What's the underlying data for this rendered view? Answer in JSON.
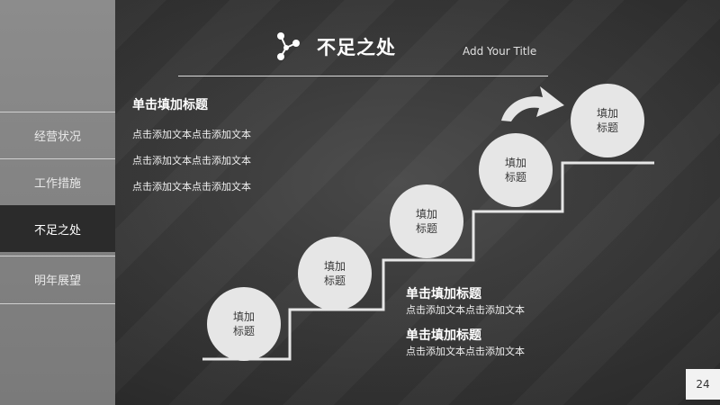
{
  "sidebar": {
    "items": [
      {
        "label": "经营状况",
        "active": false
      },
      {
        "label": "工作措施",
        "active": false
      },
      {
        "label": "不足之处",
        "active": true
      },
      {
        "label": "明年展望",
        "active": false
      }
    ]
  },
  "header": {
    "title": "不足之处",
    "subtitle": "Add Your Title",
    "icon": "share-nodes-icon"
  },
  "top_block": {
    "title": "单击填加标题",
    "lines": [
      "点击添加文本点击添加文本",
      "点击添加文本点击添加文本",
      "点击添加文本点击添加文本"
    ]
  },
  "steps": [
    {
      "line1": "填加",
      "line2": "标题"
    },
    {
      "line1": "填加",
      "line2": "标题"
    },
    {
      "line1": "填加",
      "line2": "标题"
    },
    {
      "line1": "填加",
      "line2": "标题"
    },
    {
      "line1": "填加",
      "line2": "标题"
    }
  ],
  "bottom_blocks": [
    {
      "title": "单击填加标题",
      "line": "点击添加文本点击添加文本"
    },
    {
      "title": "单击填加标题",
      "line": "点击添加文本点击添加文本"
    }
  ],
  "page_number": "24",
  "colors": {
    "background": "#3a3a3a",
    "sidebar": "#838383",
    "active_tab": "#2b2b2b",
    "circle": "#e6e6e6",
    "text": "#ffffff"
  }
}
